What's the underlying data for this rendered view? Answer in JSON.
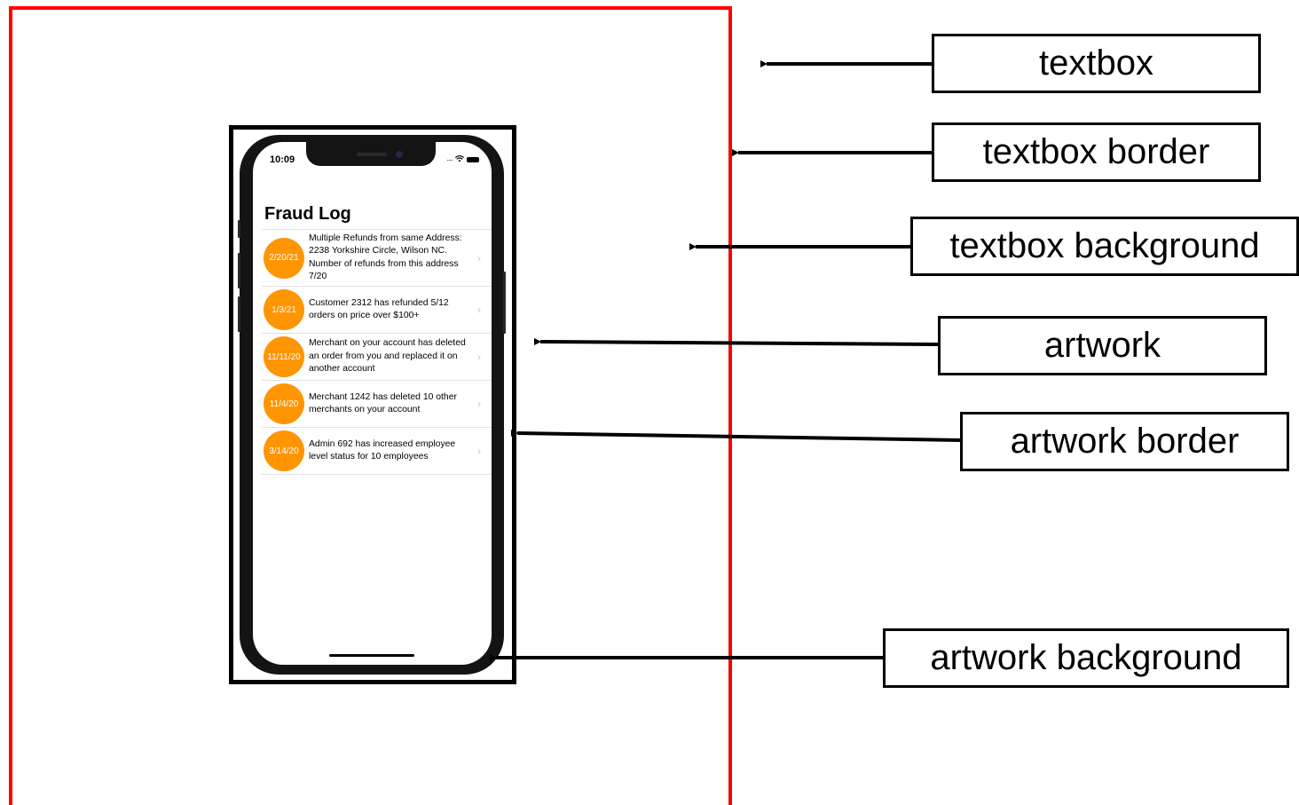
{
  "labels": {
    "textbox": "textbox",
    "textbox_border": "textbox border",
    "textbox_background": "textbox background",
    "artwork": "artwork",
    "artwork_border": "artwork border",
    "artwork_background": "artwork background"
  },
  "phone": {
    "time": "10:09",
    "title": "Fraud Log",
    "rows": [
      {
        "date": "2/20/21",
        "text": "Multiple Refunds from same Address: 2238 Yorkshire Circle, Wilson NC. Number of refunds from this address 7/20"
      },
      {
        "date": "1/3/21",
        "text": "Customer 2312 has refunded 5/12 orders on price over $100+"
      },
      {
        "date": "11/11/20",
        "text": "Merchant on your account has deleted an order from you and replaced it on another account"
      },
      {
        "date": "11/4/20",
        "text": "Merchant 1242 has deleted 10 other merchants on your account"
      },
      {
        "date": "3/14/20",
        "text": "Admin 692 has increased employee level status for 10 employees"
      }
    ]
  },
  "colors": {
    "textbox_border": "#ff0000",
    "date_badge": "#ff9500",
    "artwork_border": "#000000"
  },
  "icons": [
    "chevron-right-icon",
    "wifi-icon",
    "battery-icon",
    "arrow-left-icon"
  ]
}
